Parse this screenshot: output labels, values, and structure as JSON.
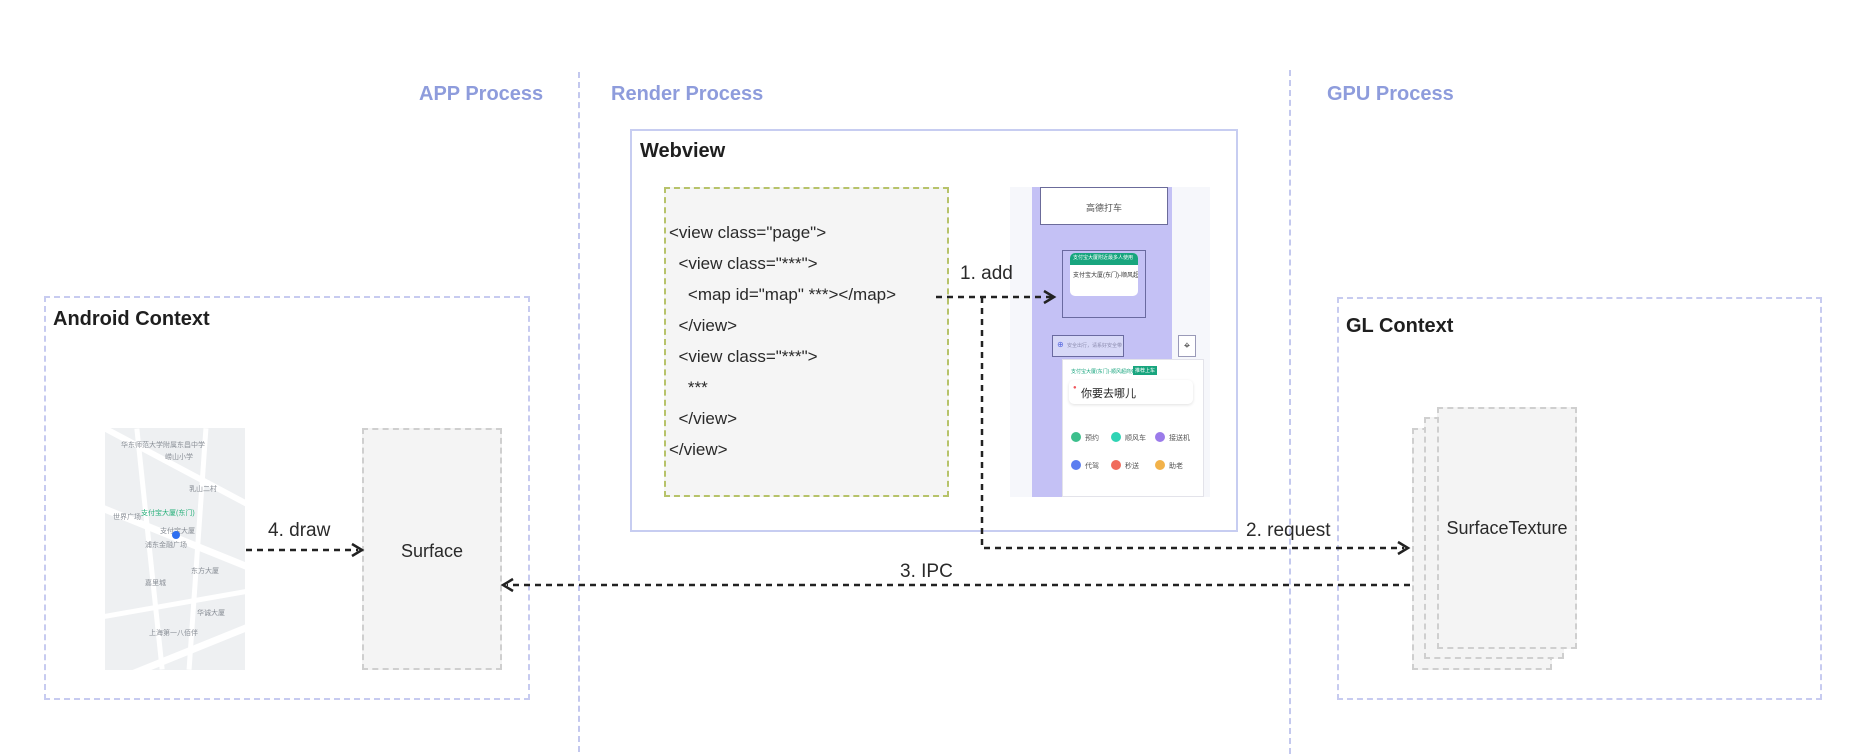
{
  "processes": {
    "app": "APP Process",
    "render": "Render Process",
    "gpu": "GPU Process"
  },
  "contexts": {
    "android": "Android Context",
    "webview": "Webview",
    "gl": "GL Context"
  },
  "code_lines": [
    "<view class=\"page\">",
    "  <view class=\"***\">",
    "    <map id=\"map\" ***></map>",
    "  </view>",
    "  <view class=\"***\">",
    "    ***",
    "  </view>",
    "</view>"
  ],
  "cards": {
    "surface": "Surface",
    "surface_texture": "SurfaceTexture"
  },
  "arrows": {
    "add": "1. add",
    "request": "2. request",
    "ipc": "3. IPC",
    "draw": "4. draw"
  },
  "map_thumbnail": {
    "labels": [
      "华东师范大学附属东昌中学",
      "崂山小学",
      "乳山二村",
      "世界广场",
      "浦东金融广场",
      "支付宝大厦",
      "嘉里城",
      "东方大厦",
      "上海第一八佰伴",
      "华诚大厦"
    ],
    "poi": "支付宝大厦(东门)"
  },
  "phone_screenshot": {
    "top_title": "高德打车",
    "bubble_header": "支付宝大厦附近最多人使用",
    "bubble_text": "支付宝大厦(东门)-顺风超商",
    "start_point": "支付宝大厦(东门)-顺风超商旁",
    "badge": "推荐上车",
    "search_hint": "安全出行，请系好安全带",
    "destination": "你要去哪儿",
    "services": [
      {
        "label": "预约",
        "color": "#3cbf8c"
      },
      {
        "label": "顺风车",
        "color": "#2fd3b4"
      },
      {
        "label": "接送机",
        "color": "#9b7bea"
      },
      {
        "label": "代驾",
        "color": "#5b7ef0"
      },
      {
        "label": "秒送",
        "color": "#f06b5b"
      },
      {
        "label": "助老",
        "color": "#f2b24a"
      }
    ]
  },
  "colors": {
    "process_label": "#8e9cdc",
    "divider": "#c3c8ee",
    "code_border": "#b7c36a",
    "arrow": "#222222"
  }
}
